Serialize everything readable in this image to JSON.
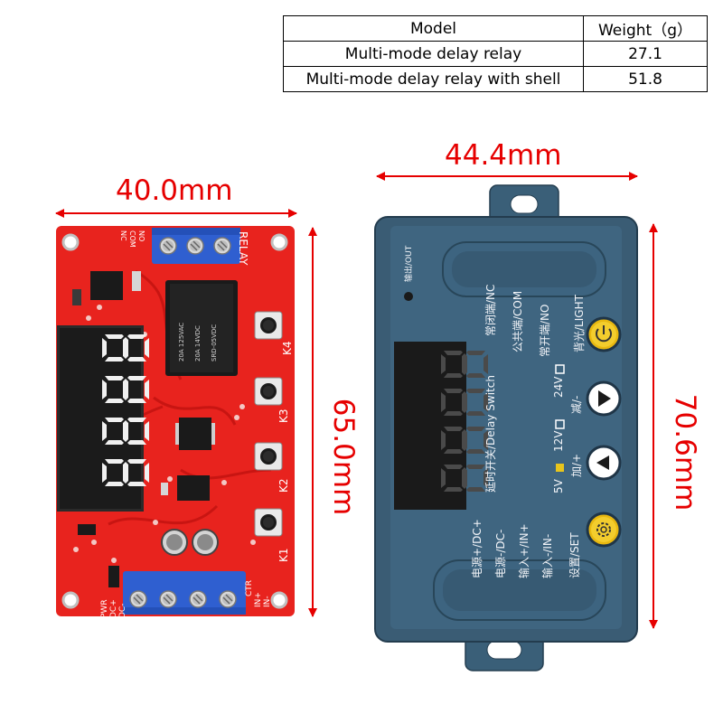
{
  "spec_table": {
    "headers": [
      "Model",
      "Weight（g）"
    ],
    "rows": [
      {
        "model": "Multi-mode delay relay",
        "weight": "27.1"
      },
      {
        "model": "Multi-mode delay relay with shell",
        "weight": "51.8"
      }
    ]
  },
  "dimensions": {
    "board_width": "40.0mm",
    "board_height": "65.0mm",
    "shell_width": "44.4mm",
    "shell_height": "70.6mm"
  },
  "board": {
    "relay_label": "RELAY",
    "relay_pins": [
      "NC",
      "COM",
      "NO"
    ],
    "buttons": [
      "K1",
      "K2",
      "K3",
      "K4"
    ],
    "power_pins": [
      "PWR",
      "DC+",
      "DC-"
    ],
    "input_pins": [
      "CTR",
      "IN+",
      "IN-"
    ],
    "relay_text": [
      "20A 125VAC",
      "20A 14VDC",
      "SRD-05VDC"
    ]
  },
  "shell": {
    "output_label": "输出/OUT",
    "labels": [
      "电源+/DC+",
      "电源-/DC-",
      "输入+/IN+",
      "输入-/IN-",
      "延时开关/Delay Switch",
      "常闭端/NC",
      "公共端/COM",
      "常开端/NO",
      "5V",
      "12V",
      "24V",
      "加/+",
      "减/-",
      "背光/LIGHT",
      "设置/SET"
    ]
  },
  "colors": {
    "dimension_red": "#e60000",
    "pcb_red": "#e8231e",
    "shell_blue": "#3f6580",
    "button_yellow": "#f0c419"
  }
}
